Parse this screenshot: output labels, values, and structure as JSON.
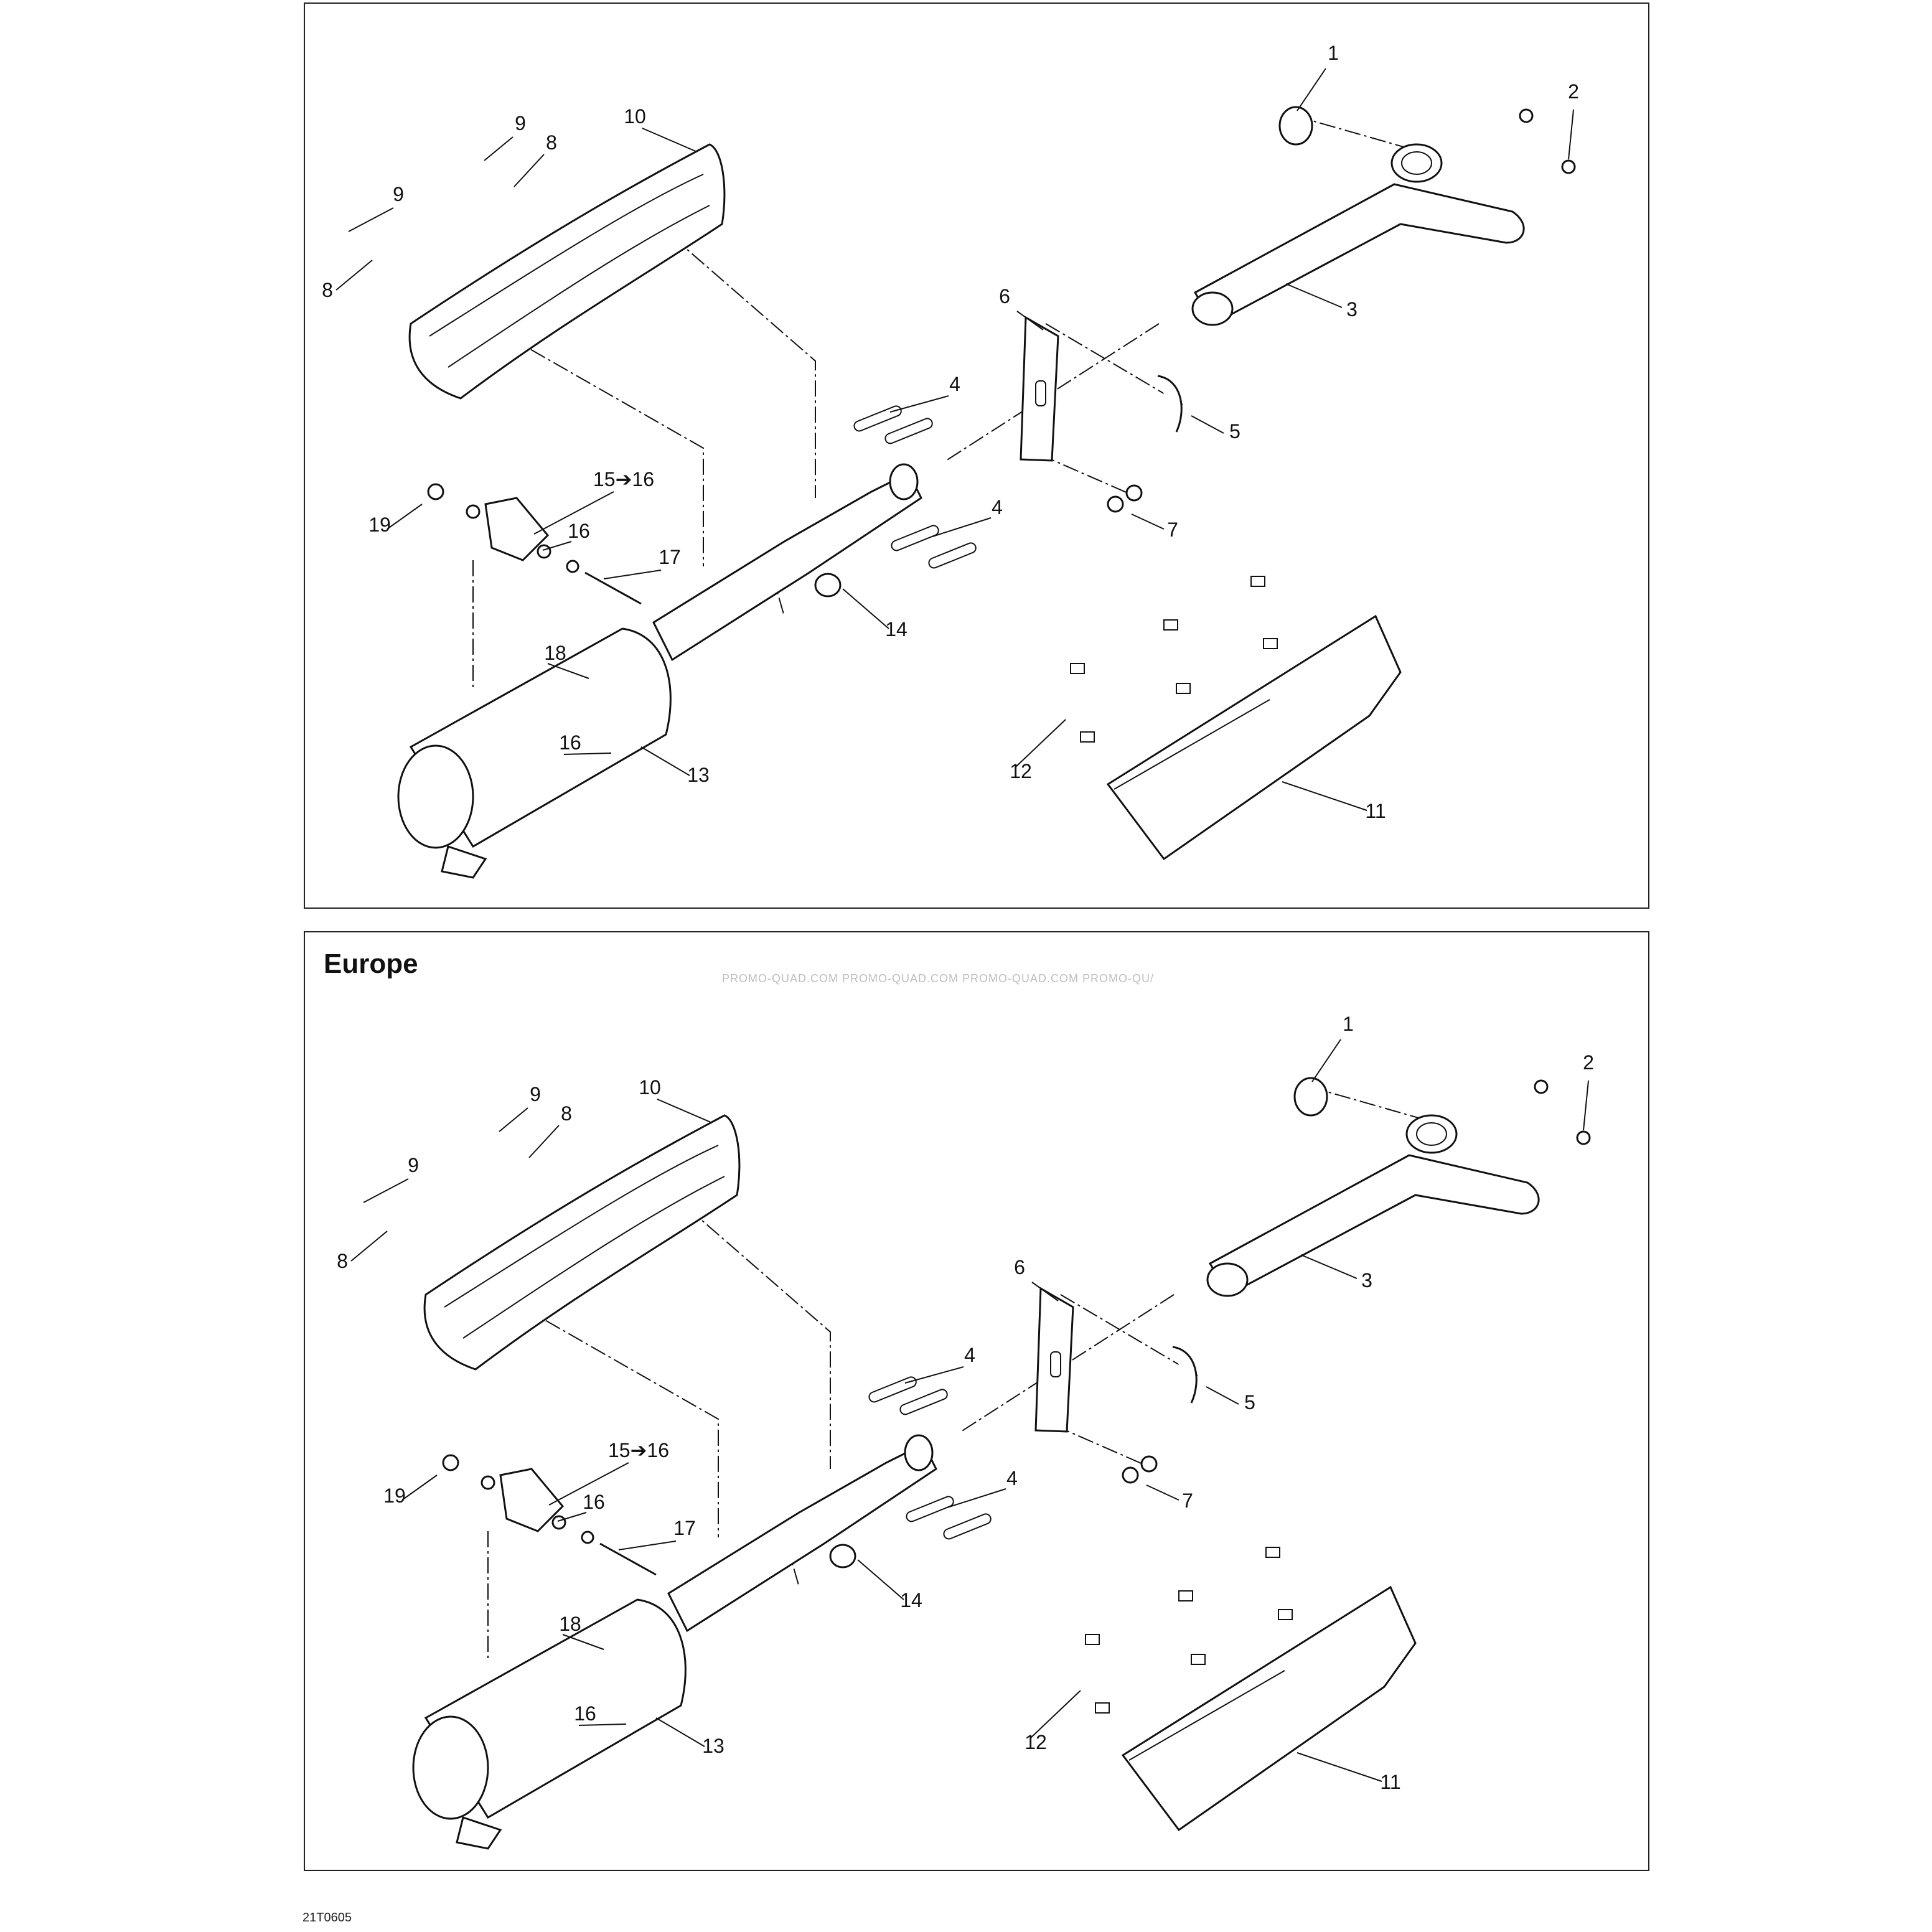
{
  "panels": [
    {
      "title": "",
      "callouts": [
        "1",
        "2",
        "3",
        "4",
        "4",
        "5",
        "6",
        "7",
        "8",
        "8",
        "9",
        "9",
        "10",
        "11",
        "12",
        "13",
        "14",
        "15➔16",
        "16",
        "16",
        "17",
        "18",
        "19"
      ]
    },
    {
      "title": "Europe",
      "watermark": "PROMO-QUAD.COM   PROMO-QUAD.COM   PROMO-QUAD.COM   PROMO-QU/",
      "callouts": [
        "1",
        "2",
        "3",
        "4",
        "4",
        "5",
        "6",
        "7",
        "8",
        "8",
        "9",
        "9",
        "10",
        "11",
        "12",
        "13",
        "14",
        "15➔16",
        "16",
        "16",
        "17",
        "18",
        "19"
      ]
    }
  ],
  "page_code": "21T0605"
}
